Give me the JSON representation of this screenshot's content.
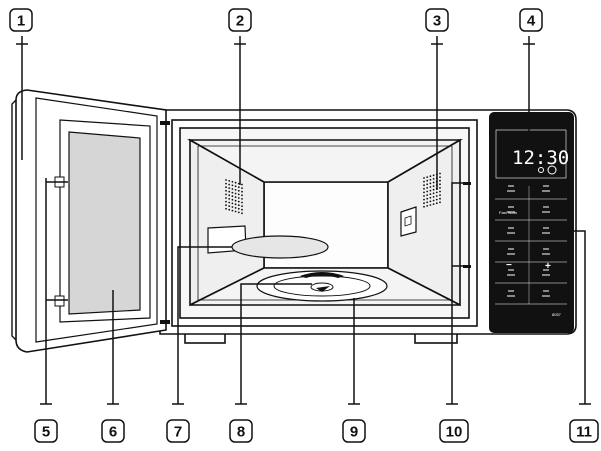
{
  "callouts": [
    {
      "label": "1"
    },
    {
      "label": "2"
    },
    {
      "label": "3"
    },
    {
      "label": "4"
    },
    {
      "label": "5"
    },
    {
      "label": "6"
    },
    {
      "label": "7"
    },
    {
      "label": "8"
    },
    {
      "label": "9"
    },
    {
      "label": "10"
    },
    {
      "label": "11"
    }
  ],
  "display": {
    "time": "12:30"
  },
  "panel_buttons": {
    "plus": "+",
    "minus": "−",
    "fast_scan_caption": "Fast Scan",
    "model_code": "8057"
  },
  "colors": {
    "outline": "#111111",
    "panel": "#111111",
    "window": "#d4d4d4",
    "cavity": "#f2f2f2"
  },
  "icons": [
    "grill-icon",
    "combi-icon",
    "auto-defrost-icon",
    "reheat-icon",
    "auto-cook-icon",
    "steam-icon",
    "timer-icon",
    "child-lock-icon",
    "start-icon",
    "stop-icon"
  ]
}
